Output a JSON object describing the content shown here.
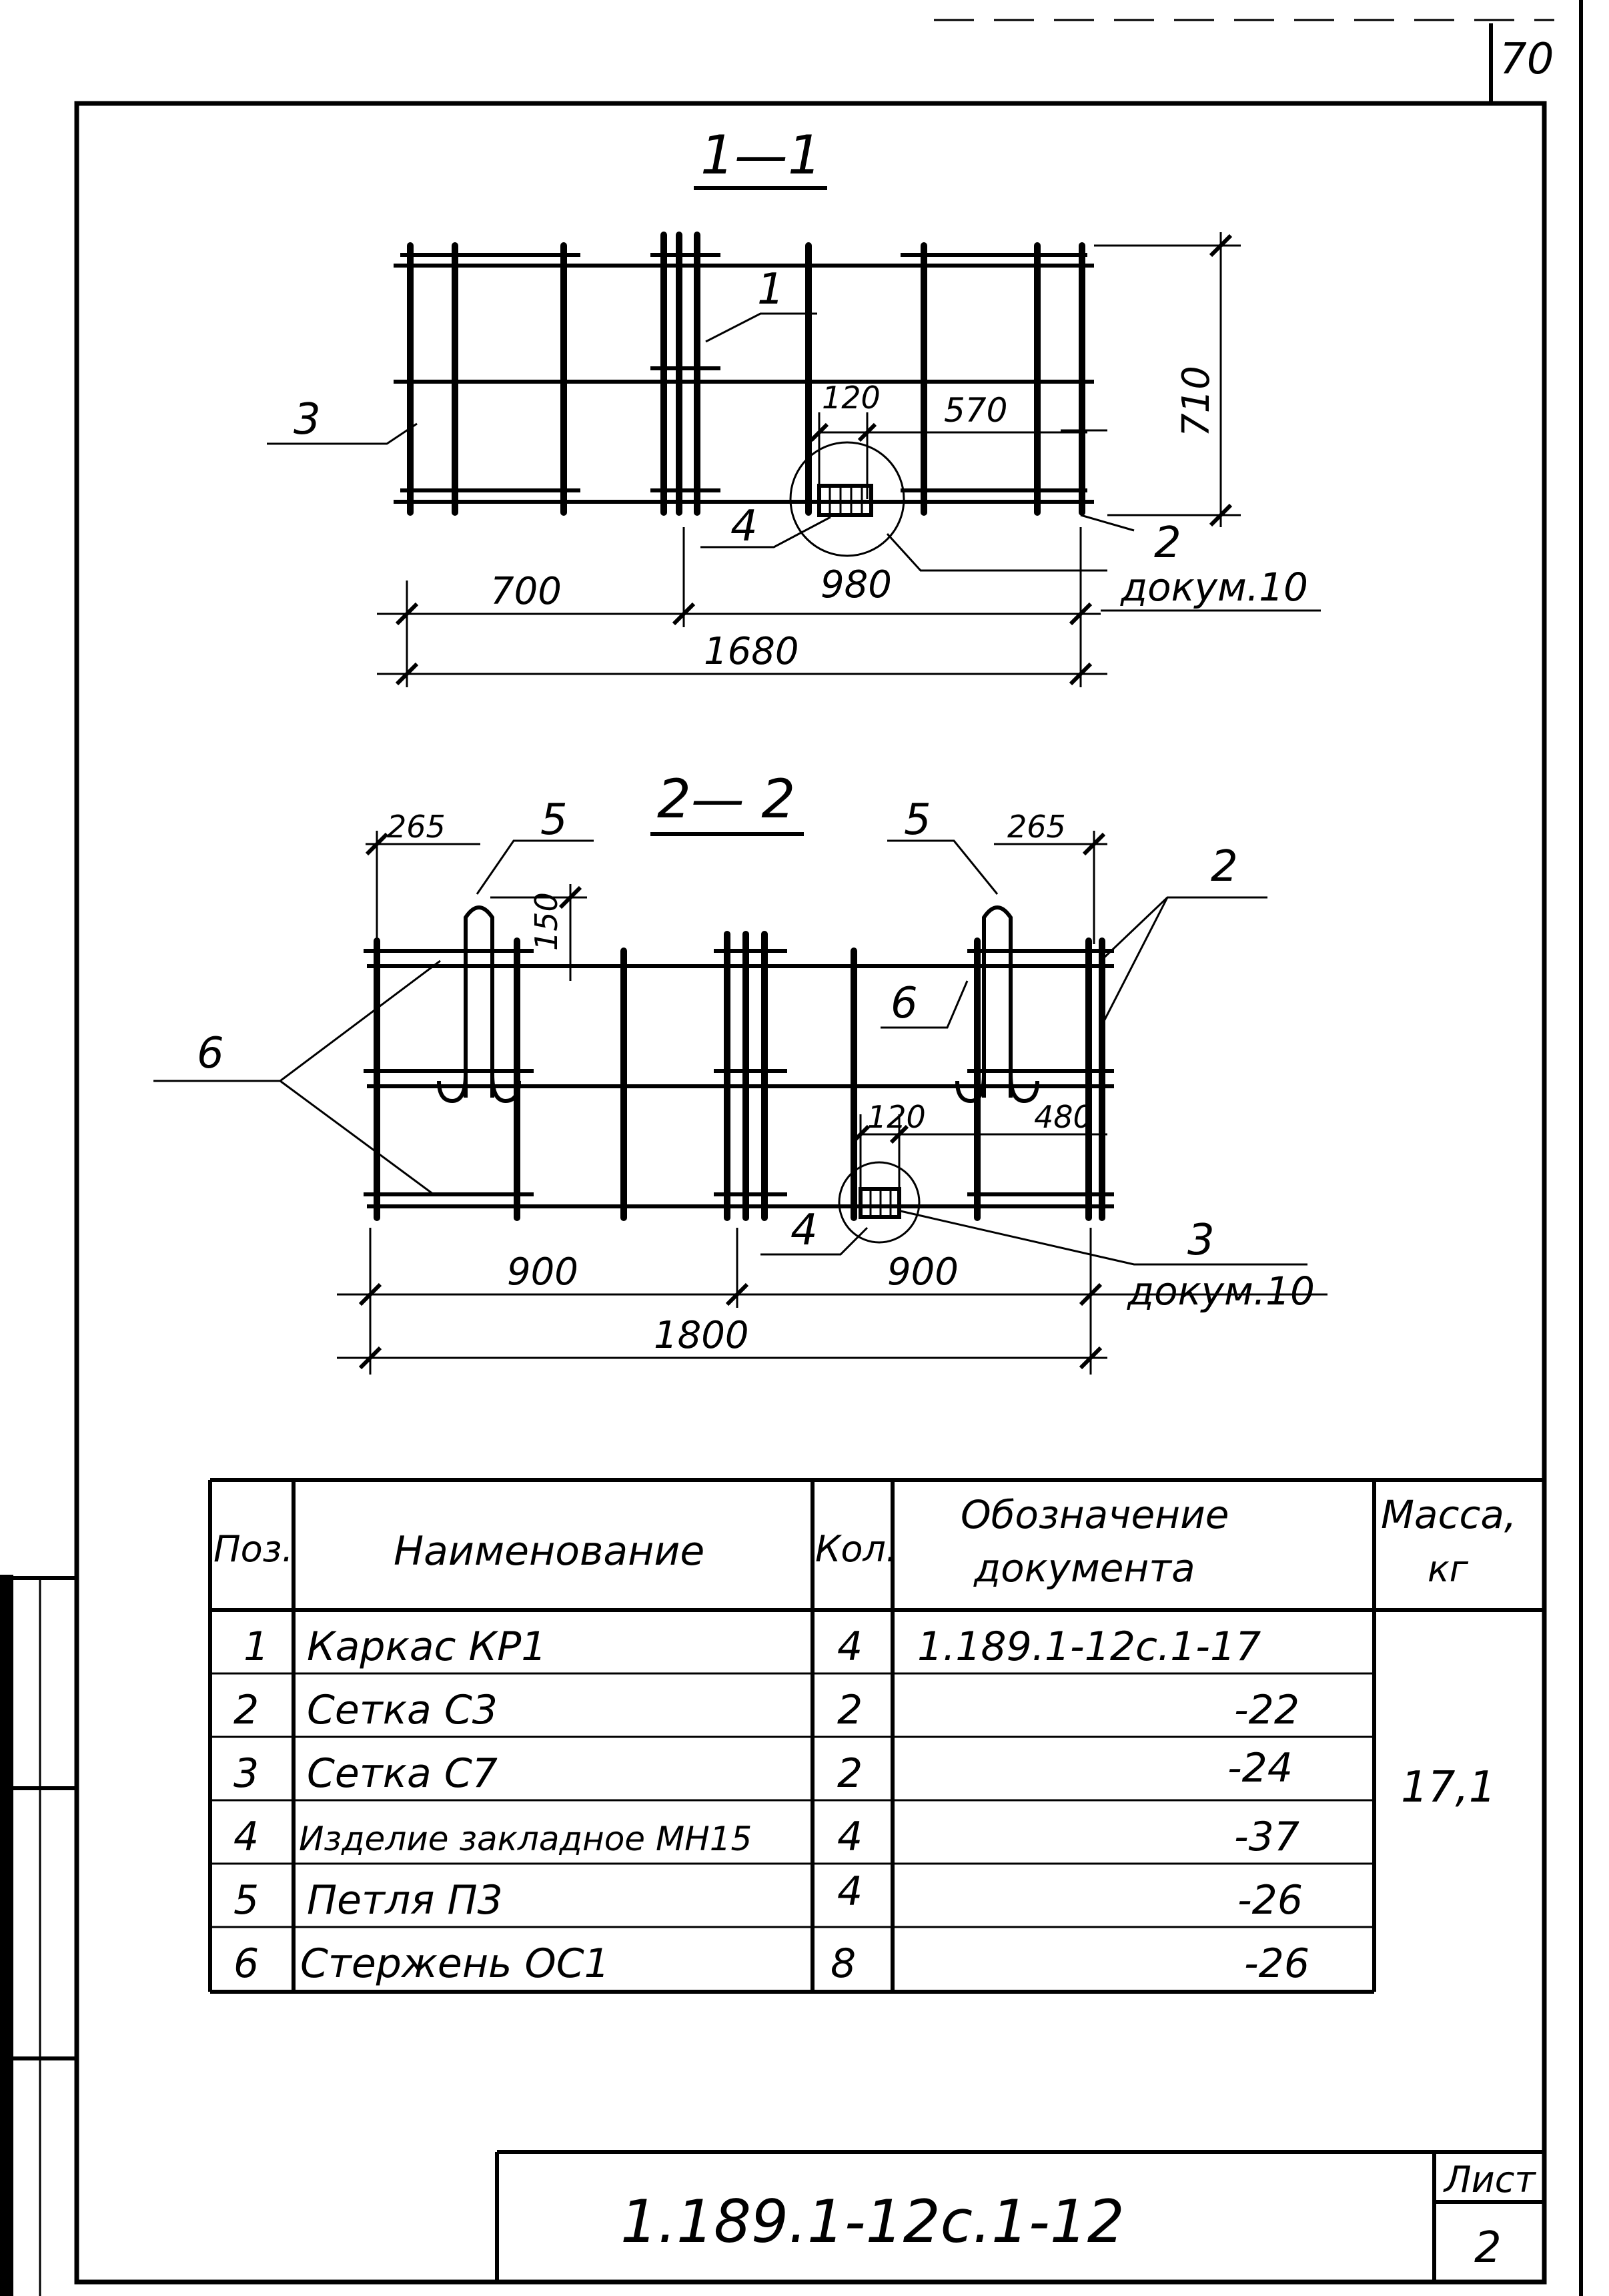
{
  "sheet_number": "70",
  "section_1": {
    "title": "1—1",
    "dim_700": "700",
    "dim_980": "980",
    "dim_1680": "1680",
    "dim_120": "120",
    "dim_570": "570",
    "dim_710": "710",
    "pos_1": "1",
    "pos_2": "2",
    "pos_3": "3",
    "pos_4": "4",
    "doc_ref": "докум.10"
  },
  "section_2": {
    "title": "2— 2",
    "dim_265_left": "265",
    "dim_265_right": "265",
    "dim_150": "150",
    "dim_120": "120",
    "dim_480": "480",
    "dim_900_left": "900",
    "dim_900_right": "900",
    "dim_1800": "1800",
    "pos_5_left": "5",
    "pos_5_right": "5",
    "pos_2": "2",
    "pos_6_left": "6",
    "pos_6_mid": "6",
    "pos_4": "4",
    "pos_3": "3",
    "doc_ref": "докум.10"
  },
  "spec_table": {
    "headers": {
      "pos": "Поз.",
      "name": "Наименование",
      "qty": "Кол.",
      "doc_line1": "Обозначение",
      "doc_line2": "документа",
      "mass_line1": "Масса,",
      "mass_line2": "кг"
    },
    "rows": [
      {
        "pos": "1",
        "name": "Каркас КР1",
        "qty": "4",
        "doc": "1.189.1-12с.1-17"
      },
      {
        "pos": "2",
        "name": "Сетка С3",
        "qty": "2",
        "doc": "-22"
      },
      {
        "pos": "3",
        "name": "Сетка С7",
        "qty": "2",
        "doc": "-24"
      },
      {
        "pos": "4",
        "name": "Изделие закладное МН15",
        "qty": "4",
        "doc": "-37"
      },
      {
        "pos": "5",
        "name": "Петля П3",
        "qty": "4",
        "doc": "-26"
      },
      {
        "pos": "6",
        "name": "Стержень ОС1",
        "qty": "8",
        "doc": "-26"
      }
    ],
    "mass": "17,1"
  },
  "title_block": {
    "doc_code": "1.189.1-12с.1-12",
    "sheet_label": "Лист",
    "sheet_value": "2"
  }
}
